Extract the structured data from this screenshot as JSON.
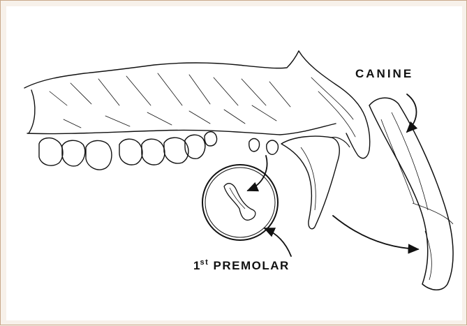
{
  "labels": {
    "canine": "CANINE",
    "premolar_ordinal_number": "1",
    "premolar_ordinal_suffix": "st",
    "premolar_name": "PREMOLAR"
  },
  "colors": {
    "ink": "#111111",
    "page_border": "#c9a98b",
    "background": "#f7f1ea",
    "panel": "#ffffff"
  },
  "icons": [
    "jaw-illustration",
    "canine-tooth",
    "first-premolar-tooth",
    "magnifier-circle",
    "pointer-arrow"
  ]
}
